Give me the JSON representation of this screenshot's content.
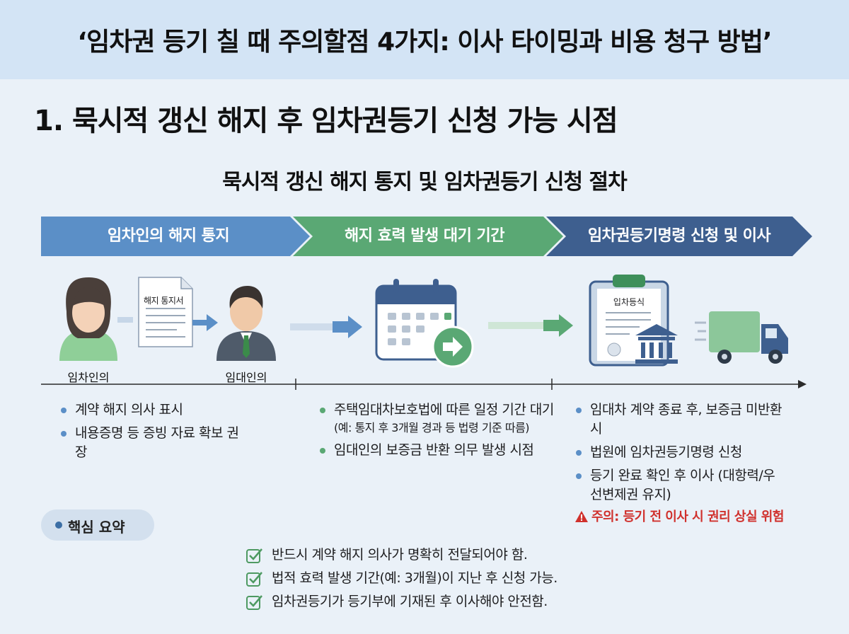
{
  "header": {
    "title": "‘임차권 등기 칠 때 주의할점 4가지: 이사 타이밍과 비용 청구 방법’"
  },
  "section": {
    "title": "1. 묵시적 갱신 해지 후 임차권등기 신청 가능 시점"
  },
  "diagram": {
    "title": "묵시적 갱신 해지 통지 및 임차권등기 신청 절차",
    "stages": [
      {
        "label": "임차인의 해지 통지",
        "color": "#5b8fc7"
      },
      {
        "label": "해지 효력 발생 대기 기간",
        "color": "#5aa874"
      },
      {
        "label": "임차권등기명령 신청 및 이사",
        "color": "#3e5f8f"
      }
    ],
    "illustration": {
      "tenant_label": "임차인의",
      "landlord_label": "임대인의",
      "notice_doc_label": "해지 통지서",
      "registry_doc_label": "입차등식"
    },
    "columns": [
      {
        "bullets": [
          {
            "text": "계약 해지 의사 표시"
          },
          {
            "text": "내용증명 등 증빙 자료 확보 권장"
          }
        ]
      },
      {
        "bullets": [
          {
            "text": "주택임대차보호법에 따른 일정 기간 대기",
            "note": "(예: 통지 후 3개월 경과 등 법령 기준 따름)"
          },
          {
            "text": "임대인의 보증금 반환 의무 발생 시점"
          }
        ]
      },
      {
        "bullets": [
          {
            "text": "임대차 계약 종료 후, 보증금 미반환 시"
          },
          {
            "text": "법원에 임차권등기명령 신청"
          },
          {
            "text": "등기 완료 확인 후 이사 (대항력/우선변제권 유지)"
          }
        ],
        "warning": "주의: 등기 전 이사 시 권리 상실 위험"
      }
    ]
  },
  "summary": {
    "badge": "핵심 요약",
    "items": [
      "반드시 계약 해지 의사가 명확히 전달되어야 함.",
      "법적 효력 발생 기간(예: 3개월)이 지난 후 신청 가능.",
      "임차권등기가 등기부에 기재된 후 이사해야 안전함."
    ]
  },
  "colors": {
    "blue": "#5b8fc7",
    "green": "#5aa874",
    "navy": "#3e5f8f",
    "warning": "#d0312d"
  }
}
